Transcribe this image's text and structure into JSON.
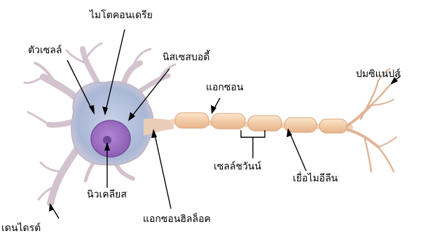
{
  "labels": {
    "mitochondria": "ไมโตคอนเดรีย",
    "cell_body": "ตัวเซลล์",
    "nissl_body": "นิสเซสบอดี้",
    "axon": "แอกซอน",
    "axon_terminal": "ปมซิแนปส์",
    "schwann_cell": "เซลล์ชวันน์",
    "myelin_sheath": "เยื่อไมอีลีน",
    "nucleus": "นิวเคลียส",
    "axon_hillock": "แอกซอนฮิลล็อค",
    "dendrite": "เดนไดรต์"
  },
  "colors": {
    "soma": "#b9c6df",
    "nucleus": "#9b6fc0",
    "nucleolus": "#6e4596",
    "axon": "#f1d3b8",
    "myelin": "#f4d2b0",
    "dendrite": "#d9cbd6",
    "terminal": "#e3b79b"
  }
}
